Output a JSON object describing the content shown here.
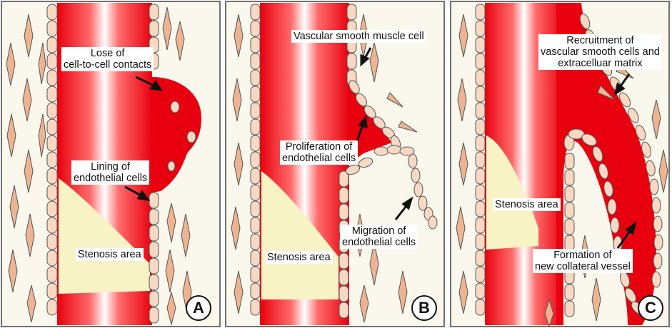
{
  "panels": [
    {
      "id": "A",
      "letter": "A",
      "labels": {
        "lose_contacts": "Lose of\ncell-to-cell contacts",
        "lining": "Lining of\nendothelial cells",
        "stenosis": "Stenosis area"
      }
    },
    {
      "id": "B",
      "letter": "B",
      "labels": {
        "vsmc": "Vascular smooth muscle cell",
        "proliferation": "Proliferation of\nendothelial cells",
        "migration": "Migration of\nendothelial cells",
        "stenosis": "Stenosis area"
      }
    },
    {
      "id": "C",
      "letter": "C",
      "labels": {
        "recruitment": "Recruitment of\nvascular smooth cells and\nextracelluar matrix",
        "stenosis": "Stenosis area",
        "formation": "Formation of\nnew collateral vessel"
      }
    }
  ],
  "colors": {
    "blood": "#e8000e",
    "wall_background": "#faf7ec",
    "plaque": "#f7f3c4",
    "endothelial_cell": "#f6d8c3",
    "smooth_muscle_cell": "#eeb491",
    "outline": "#555555"
  }
}
